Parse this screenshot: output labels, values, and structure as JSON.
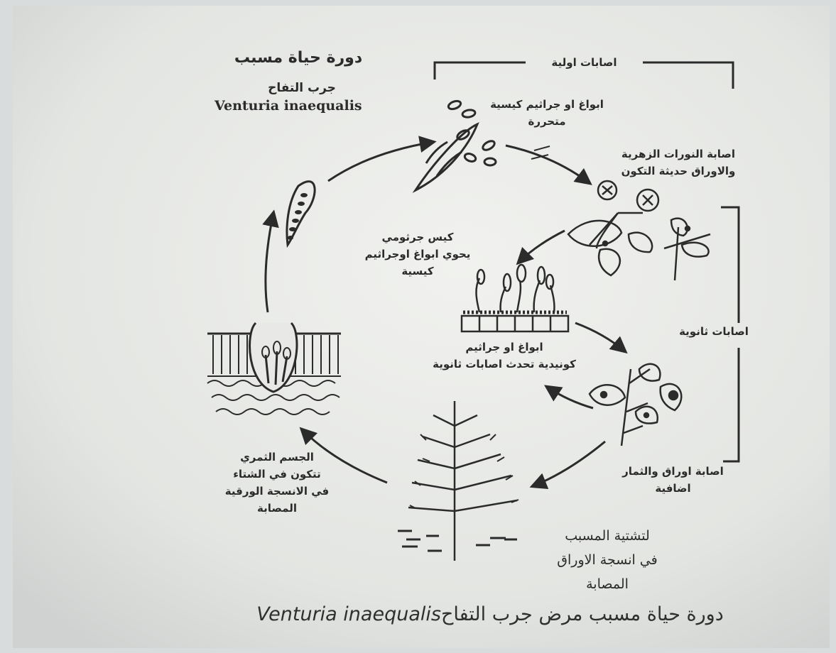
{
  "diagram": {
    "title_ar": "دورة حياة مسبب",
    "title_disease_ar": "جرب التفاح",
    "title_latin": "Venturia inaequalis",
    "primary_infections": "اصابات اولية",
    "ascospores_released": "ابواغ او جراثيم كيسية\nمتحررة",
    "blossom_infection": "اصابة النورات الزهرية\nوالاوراق حديثة التكون",
    "conidia": "ابواغ او جراثيم\nكونيدية تحدث اصابات ثانوية",
    "secondary_infections": "اصابات ثانوية",
    "leaf_fruit_infection": "اصابة اوراق والثمار\nاضافية",
    "overwintering": "لتشتية المسبب\nفي انسجة الاوراق\nالمصابة",
    "pseudothecia": "الجسم الثمري\nتتكون في الشتاء\nفي الانسجة الورقية\nالمصابة",
    "ascus": "كيس جرثومي\nيحوي ابواغ اوجراثيم\nكيسية"
  },
  "caption": {
    "arabic": "دورة حياة مسبب مرض جرب التفاح",
    "latin": "Venturia inaequalis"
  }
}
